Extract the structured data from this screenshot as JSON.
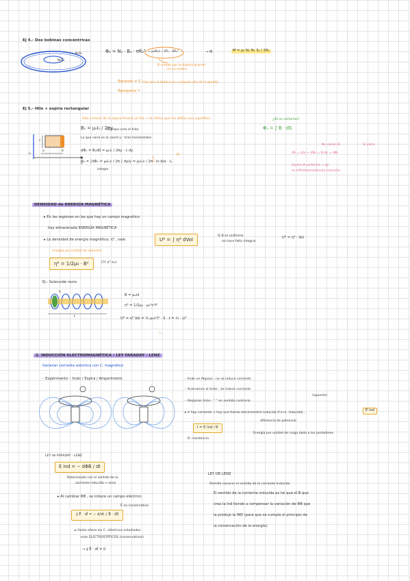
{
  "colors": {
    "blue": "#1f4fd0",
    "orange": "#ef8f2a",
    "pink": "#e0609a",
    "yellow": "#fde88a",
    "purple": "#b9a3e6",
    "green": "#3d9a3a",
    "grid": "#e4e4e4"
  },
  "ej4": {
    "title": "Ej 4.- Dos bobinas concéntricas",
    "n1": "N₁R₁",
    "r2": "N₂R₂",
    "flux_eq": "Φ₂ = N₂ · B₁ · πR₂²",
    "flux_expand": "= μ₀N₁I₁ / 2R₁ · πR₂²",
    "arrow_M": "→ M",
    "mutual": "M = μ₀ N₁ N₂ S₂ / 2R₁",
    "note1": "B creado por la bobina grande",
    "note2": "en su centro",
    "phi_grande": "Φgrande  ≠  0",
    "phi_note": "Hay que la bobina en cualquier pto de la grande",
    "phi_pequeña": "Φpequeña ="
  },
  "ej5": {
    "title": "Ej 5.- Hilo + espira rectangular",
    "note_top": "Hilo a través de la espira llevará un hilo → la vitrina que me define una superficie",
    "b1": "B₁ = μ₀I₁ / 2πy",
    "b1_note": "(Campo crea el hilo)",
    "b1_note2": "Lo que varía es la coord y : tiras horizontales",
    "dphi": "dΦ₂ = B₁dS = μ₀I₁ / 2πy · c dy",
    "phi2": "Φ₂ = ∫dΦ₂ = μ₀I₁c / 2π ∫ dy/y = μ₀I₁c / 2π · ln b/a · I₁",
    "phi2_under": "integro",
    "M_label": "M",
    "right_q": "¿dS es uniforme?",
    "right_formula": "Φ₂ = ∫ B · dS",
    "right_no": "No varían B",
    "right_si": "Sí varía",
    "right_line": "dS = Ldy → dΦ₂ = B·dy = dΦ₂",
    "right_note1": "Quiero B uniforme → dy",
    "right_note2": "es infinitesimalmente estrecho",
    "i2": "I₂",
    "axis_y": "y",
    "lbl_a": "a",
    "lbl_b": "b",
    "lbl_c": "c"
  },
  "densidad": {
    "title": "DENSIDAD de ENERGÍA MAGNÉTICA",
    "line1": "▸ En las regiones en las que hay un campo magnético",
    "line2": "hay almacenada ENERGÍA MAGNÉTICA",
    "line3": "▸ La densidad de energía magnética, ηᴮ , vale:",
    "ub": "Uᴮ = ∫ ηᴮ dVol",
    "ub_sub": "vol",
    "si_b": "Si B es uniforme",
    "no_hace": "no hace falta integrar",
    "ub2": "Uᴮ = ηᴮ · Vol",
    "energia": "energía por unidad de volumen",
    "eta": "ηᴮ = 1/2μ₀ · B²",
    "eta2": "(½ ε² ε₀)"
  },
  "ej6": {
    "title": "Ej.- Solenoide recto",
    "b": "B = μ₀nI",
    "eta": "ηᴮ = 1/2μ₀ · μ₀²n²I²",
    "ub": "Uᴮ = ηᴮ Vol = ½ μ₀n²I² · S · ℓ = ½ · LI²",
    "L": "L",
    "l_label": "ℓ",
    "s_label": "S"
  },
  "induccion": {
    "title": "2. INDUCCIÓN ELECTROMAGNÉTICA : LEY FARADAY - LENZ",
    "generan": "Generan corriente eléctrica con C. magnético",
    "experimento": "– Experimento –   Imán / Espira / Amperímetro",
    "bullet1": "– Imán en Reposo : no se induce corriente",
    "bullet2": "– Acercamos el Imán : se induce corriente",
    "bullet3": "– Alejamos Imán :   \"            \"     en sentido contrario",
    "apuesto": "(opuesto)",
    "bullet4": "▸ si hay corriente → hay una fuerza electromotriz inducida (f.e.m. inducida) ,",
    "eind": "E ind",
    "diferencia": "diferencia de potencial",
    "current_eq": "I = E ind / R",
    "resistencia": "R: resistencia",
    "energia_line": "Energía por unidad de carga dada a los portadores.",
    "ley_faraday_title": "LEY de FARADAY - LENZ",
    "faraday_eq": "E ind = − dΦB / dt",
    "faraday_note1": "Relacionado con el sentido de la",
    "faraday_note2": "corriente inducida → Lenz",
    "cambiar": "▸ Al cambiar ΦB , se induce un campo eléctrico",
    "no_cons": "Ē no conservativo",
    "integral": "∮ Ē · dl̄ = − d/dt ∫ B̄ · dS̄",
    "hasta1": "≠  Hasta ahora los C. eléctricos estudiados",
    "hasta2": "eran ELECTROSTÁTICOS (conservativos)",
    "integral2": "→  ∮ Ē · dl̄ = 0",
    "lenz_title": "LEY DE LENZ",
    "lenz1": "Permite conocer el sentido de la corriente Inducida",
    "lenz2": "El sentido de la corriente inducida es tal que el B que",
    "lenz3": "crea la Ind tiende a compensar la variación de ΦB que",
    "lenz4": "la produjo la IND (para que se cumpla el principio de",
    "lenz5": "la conservación de la energía)."
  },
  "icons": [
    "bobina-diagram",
    "espira-diagram",
    "solenoid-diagram",
    "magnet-field-diagram"
  ]
}
